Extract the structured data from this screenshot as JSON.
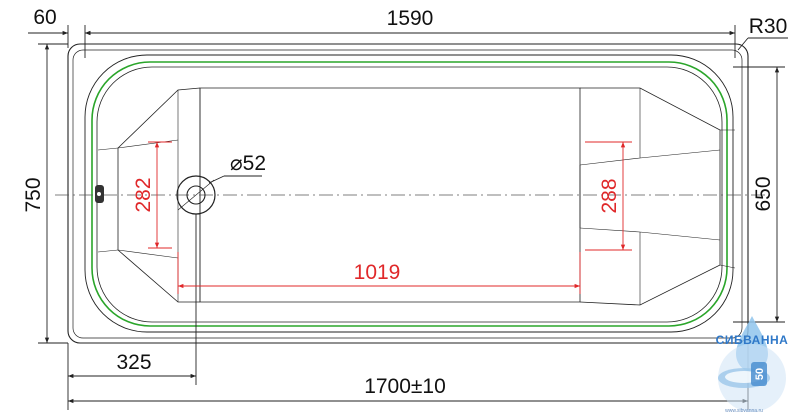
{
  "dimensions": {
    "rim_width": "60",
    "inner_length": "1590",
    "corner_radius": "R30",
    "overall_width": "750",
    "inner_width": "650",
    "drain_diameter": "52",
    "head_width": "282",
    "foot_width": "288",
    "bottom_length": "1019",
    "drain_offset": "325",
    "overall_length": "1700±10"
  },
  "symbols": {
    "diameter": "⌀"
  },
  "watermark": {
    "brand": "СИБВАННА",
    "url": "www.sibvanna.ru",
    "badge": "50"
  },
  "colors": {
    "outline": "#222222",
    "dimension_red": "#e0282a",
    "inner_green": "#2aa52a",
    "brand_blue": "#2f78c8"
  }
}
